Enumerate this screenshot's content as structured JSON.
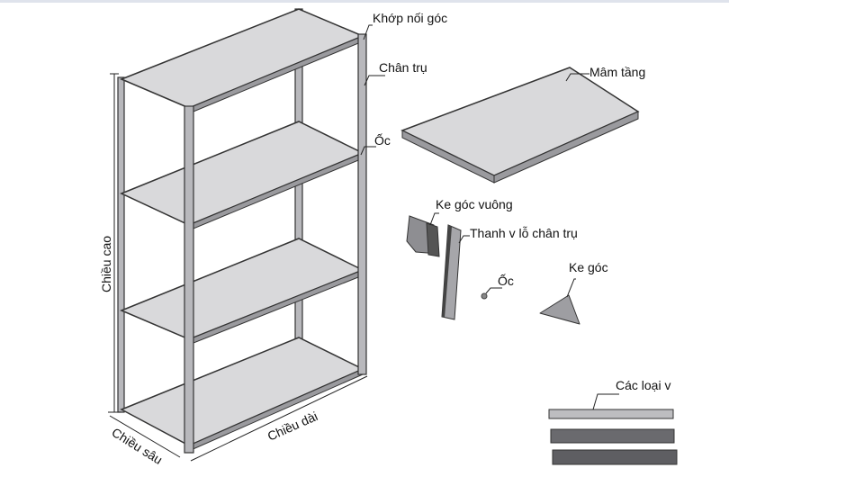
{
  "title": "Cấu tạo kệ sắt v lỗ",
  "labels": {
    "khop_noi_goc": "Khớp nối góc",
    "chan_tru": "Chân trụ",
    "oc_1": "Ốc",
    "mam_tang": "Mâm tầng",
    "ke_goc_vuong": "Ke góc vuông",
    "thanh_v": "Thanh v lỗ chân trụ",
    "oc_2": "Ốc",
    "ke_goc": "Ke góc",
    "cac_loai_v": "Các loại v"
  },
  "dimensions": {
    "height": "Chiều cao",
    "depth": "Chiều sâu",
    "length": "Chiều dài"
  }
}
